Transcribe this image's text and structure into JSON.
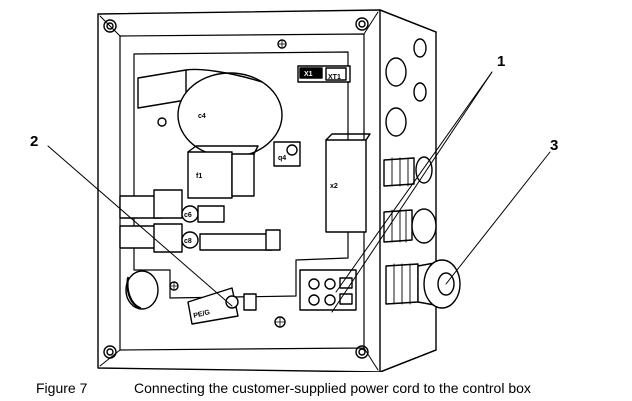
{
  "callouts": {
    "one": "1",
    "two": "2",
    "three": "3"
  },
  "component_labels": {
    "x1": "X1",
    "xt1": "XT1",
    "c4": "c4",
    "f1": "f1",
    "q4": "q4",
    "x2": "x2",
    "c6": "c6",
    "c8": "c8",
    "pe": "PE/G"
  },
  "caption": {
    "figure_number": "Figure 7",
    "text": "Connecting the customer-supplied power cord to the control box"
  }
}
